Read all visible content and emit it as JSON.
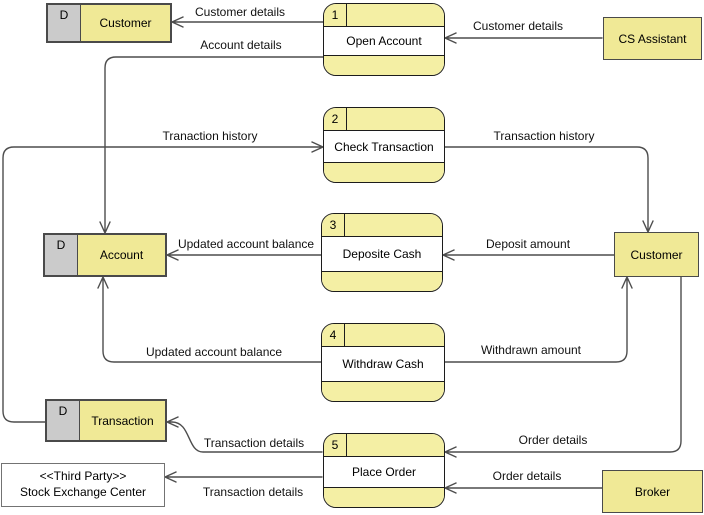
{
  "diagram": {
    "data_stores": [
      {
        "prefix": "D",
        "label": "Customer"
      },
      {
        "prefix": "D",
        "label": "Account"
      },
      {
        "prefix": "D",
        "label": "Transaction"
      }
    ],
    "processes": [
      {
        "id": "1",
        "name": "Open Account"
      },
      {
        "id": "2",
        "name": "Check Transaction"
      },
      {
        "id": "3",
        "name": "Deposite Cash"
      },
      {
        "id": "4",
        "name": "Withdraw Cash"
      },
      {
        "id": "5",
        "name": "Place Order"
      }
    ],
    "entities": [
      {
        "label": "CS Assistant"
      },
      {
        "label": "Customer"
      },
      {
        "label": "Broker"
      }
    ],
    "third_party": {
      "line1": "<<Third Party>>",
      "line2": "Stock Exchange Center"
    },
    "flows": [
      {
        "label": "Customer details"
      },
      {
        "label": "Customer details"
      },
      {
        "label": "Account details"
      },
      {
        "label": "Tranaction history"
      },
      {
        "label": "Transaction history"
      },
      {
        "label": "Updated account balance"
      },
      {
        "label": "Deposit amount"
      },
      {
        "label": "Updated account balance"
      },
      {
        "label": "Withdrawn amount"
      },
      {
        "label": "Order details"
      },
      {
        "label": "Order details"
      },
      {
        "label": "Transaction details"
      },
      {
        "label": "Transaction details"
      }
    ],
    "colors": {
      "node_fill": "#f0e996",
      "process_band_fill": "#f4efa4",
      "store_prefix_fill": "#cbcbcb",
      "connector": "#4d4d4d",
      "process_border": "#1c1c1c",
      "entity_border": "#4a4a4a",
      "third_party_border": "#737373"
    }
  }
}
